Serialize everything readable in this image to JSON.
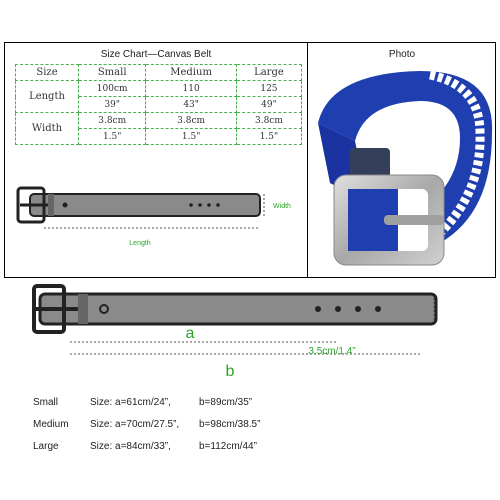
{
  "size_chart": {
    "title": "Size Chart—Canvas Belt",
    "headers": [
      "Size",
      "Small",
      "Medium",
      "Large"
    ],
    "length_label": "Length",
    "width_label": "Width",
    "length_cm": [
      "100cm",
      "110",
      "125"
    ],
    "length_in": [
      "39\"",
      "43\"",
      "49\""
    ],
    "width_cm": [
      "3.8cm",
      "3.8cm",
      "3.8cm"
    ],
    "width_in": [
      "1.5\"",
      "1.5\"",
      "1.5\""
    ]
  },
  "photo": {
    "title": "Photo"
  },
  "top_diagram": {
    "length_label": "Length",
    "width_label": "Width"
  },
  "main_diagram": {
    "a_label": "a",
    "b_label": "b",
    "hole_spacing": "3.5cm/1.4”"
  },
  "sizes": [
    {
      "name": "Small",
      "a": "Size: a=61cm/24”,",
      "b": "b=89cm/35”"
    },
    {
      "name": "Medium",
      "a": "Size: a=70cm/27.5”,",
      "b": "b=98cm/38.5”"
    },
    {
      "name": "Large",
      "a": "Size: a=84cm/33”,",
      "b": "b=112cm/44”"
    }
  ],
  "colors": {
    "table_border": "#4caf50",
    "label_green": "#2aa52a",
    "belt_gray": "#8a8a8a",
    "belt_blue": "#1f3fb0",
    "buckle_silver": "#b8b8b8"
  }
}
